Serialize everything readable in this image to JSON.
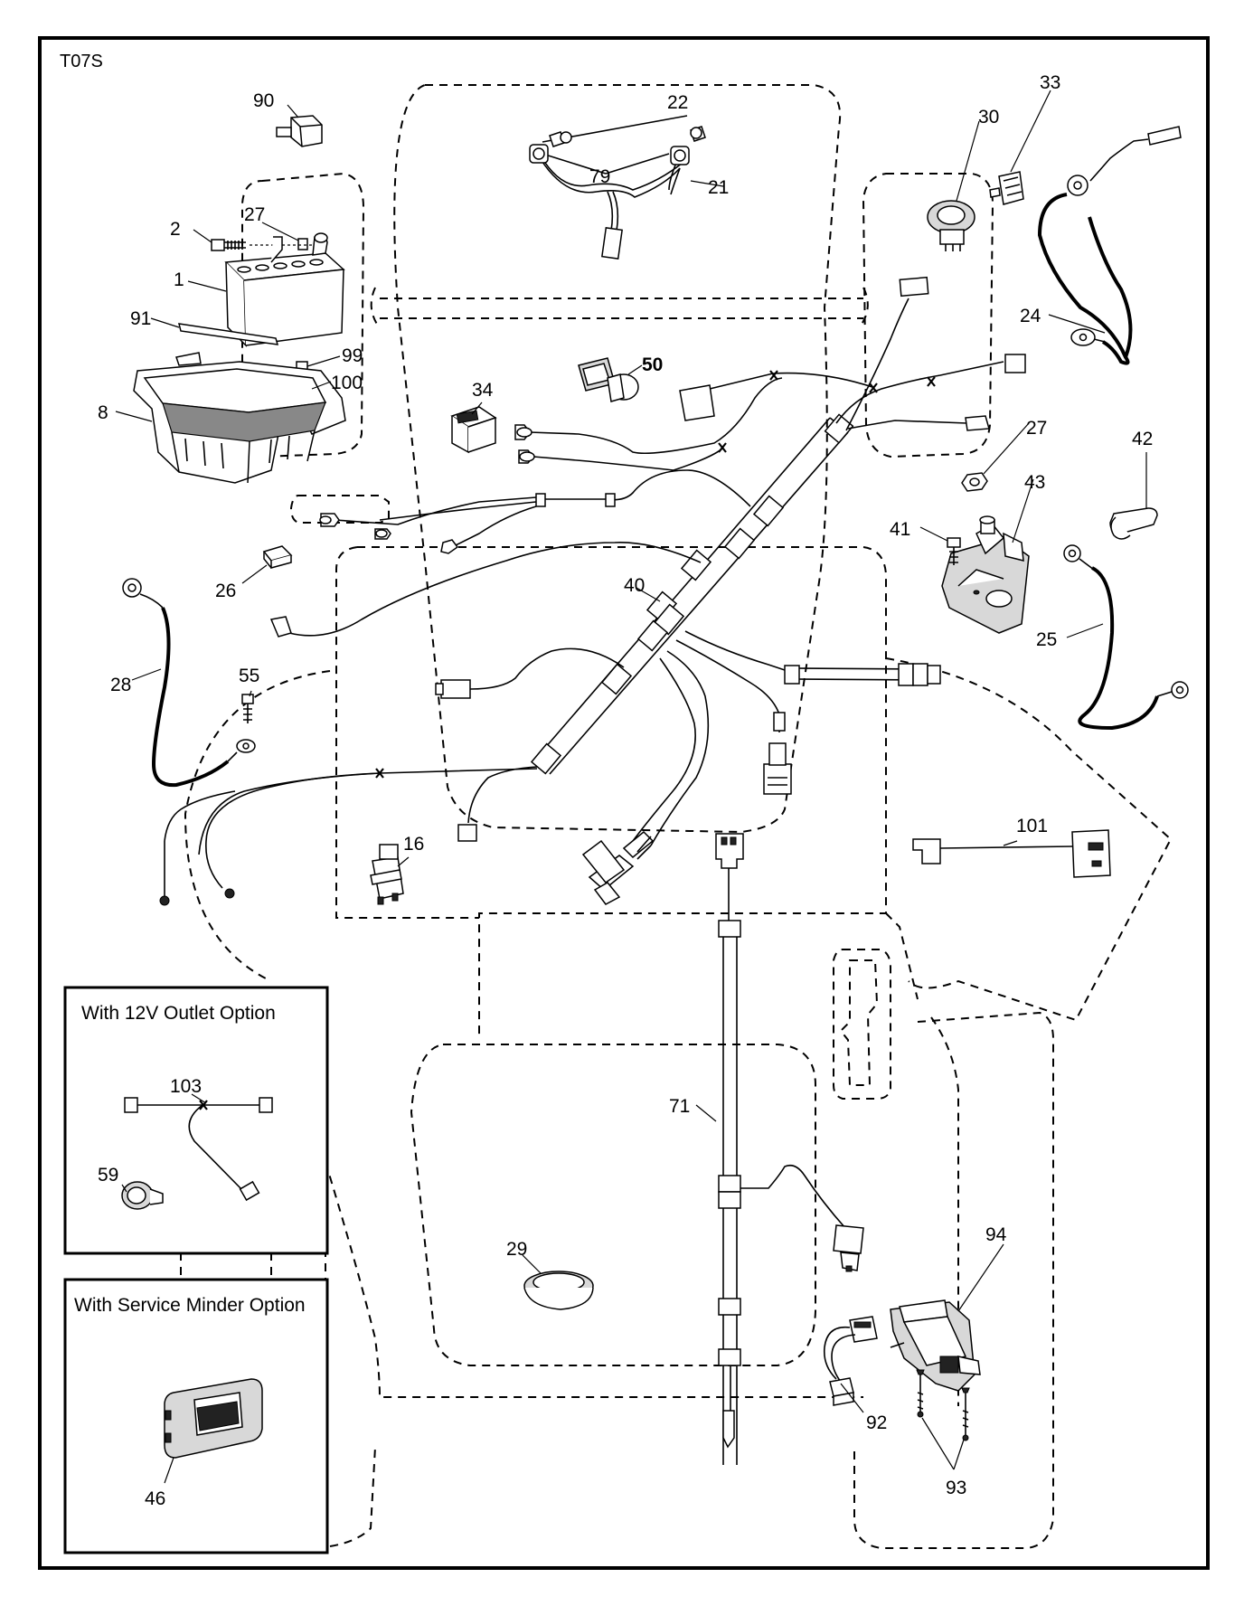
{
  "diagram_code": "T07S",
  "insets": {
    "outlet_title": "With 12V Outlet Option",
    "minder_title": "With Service Minder Option"
  },
  "callouts": {
    "c90": "90",
    "c27a": "27",
    "c2": "2",
    "c1": "1",
    "c91": "91",
    "c99": "99",
    "c100": "100",
    "c8": "8",
    "c22": "22",
    "c79": "79",
    "c21": "21",
    "c30": "30",
    "c33": "33",
    "c24": "24",
    "c34": "34",
    "c50": "50",
    "c27b": "27",
    "c42": "42",
    "c43": "43",
    "c41": "41",
    "c26": "26",
    "c40": "40",
    "c25": "25",
    "c28": "28",
    "c55": "55",
    "c16": "16",
    "c101": "101",
    "c103": "103",
    "c59": "59",
    "c71": "71",
    "c29": "29",
    "c94": "94",
    "c92": "92",
    "c93": "93",
    "c46": "46"
  }
}
